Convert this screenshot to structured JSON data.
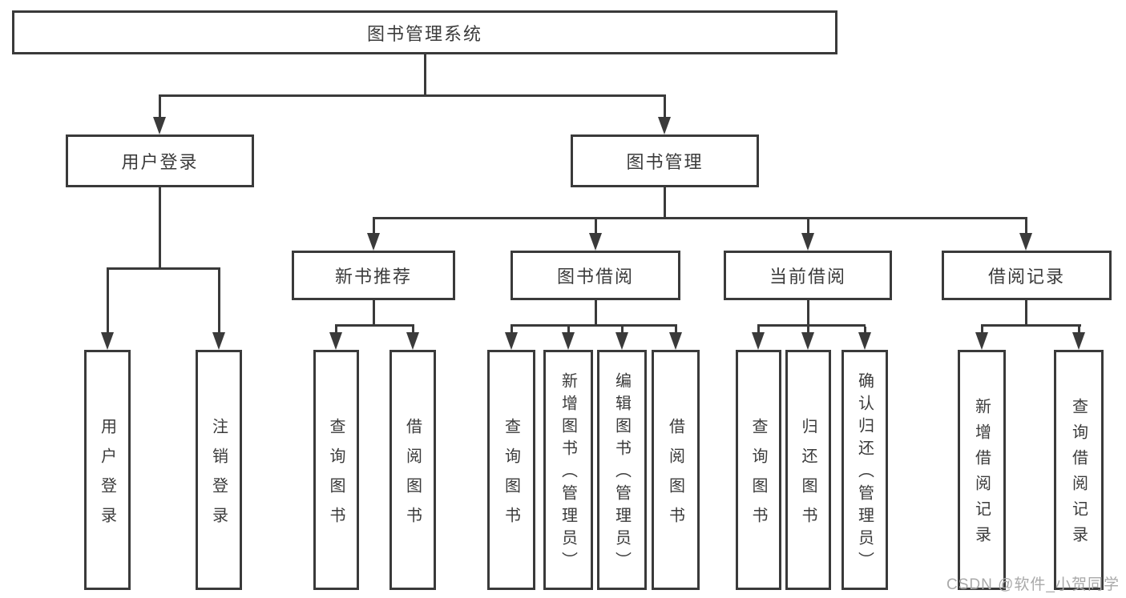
{
  "diagram": {
    "title": "图书管理系统",
    "branches": [
      {
        "label": "用户登录",
        "children": [
          {
            "label": "用户登录"
          },
          {
            "label": "注销登录"
          }
        ]
      },
      {
        "label": "图书管理",
        "children": [
          {
            "label": "新书推荐",
            "children": [
              {
                "label": "查询图书"
              },
              {
                "label": "借阅图书"
              }
            ]
          },
          {
            "label": "图书借阅",
            "children": [
              {
                "label": "查询图书"
              },
              {
                "label": "新增图书（管理员）"
              },
              {
                "label": "编辑图书（管理员）"
              },
              {
                "label": "借阅图书"
              }
            ]
          },
          {
            "label": "当前借阅",
            "children": [
              {
                "label": "查询图书"
              },
              {
                "label": "归还图书"
              },
              {
                "label": "确认归还（管理员）"
              }
            ]
          },
          {
            "label": "借阅记录",
            "children": [
              {
                "label": "新增借阅记录"
              },
              {
                "label": "查询借阅记录"
              }
            ]
          }
        ]
      }
    ]
  },
  "watermark": {
    "text": "CSDN @软件_小贺同学"
  },
  "colors": {
    "line": "#3a3a3a",
    "text": "#3b3b3b",
    "watermark": "#a9a9a9",
    "background": "#ffffff"
  }
}
